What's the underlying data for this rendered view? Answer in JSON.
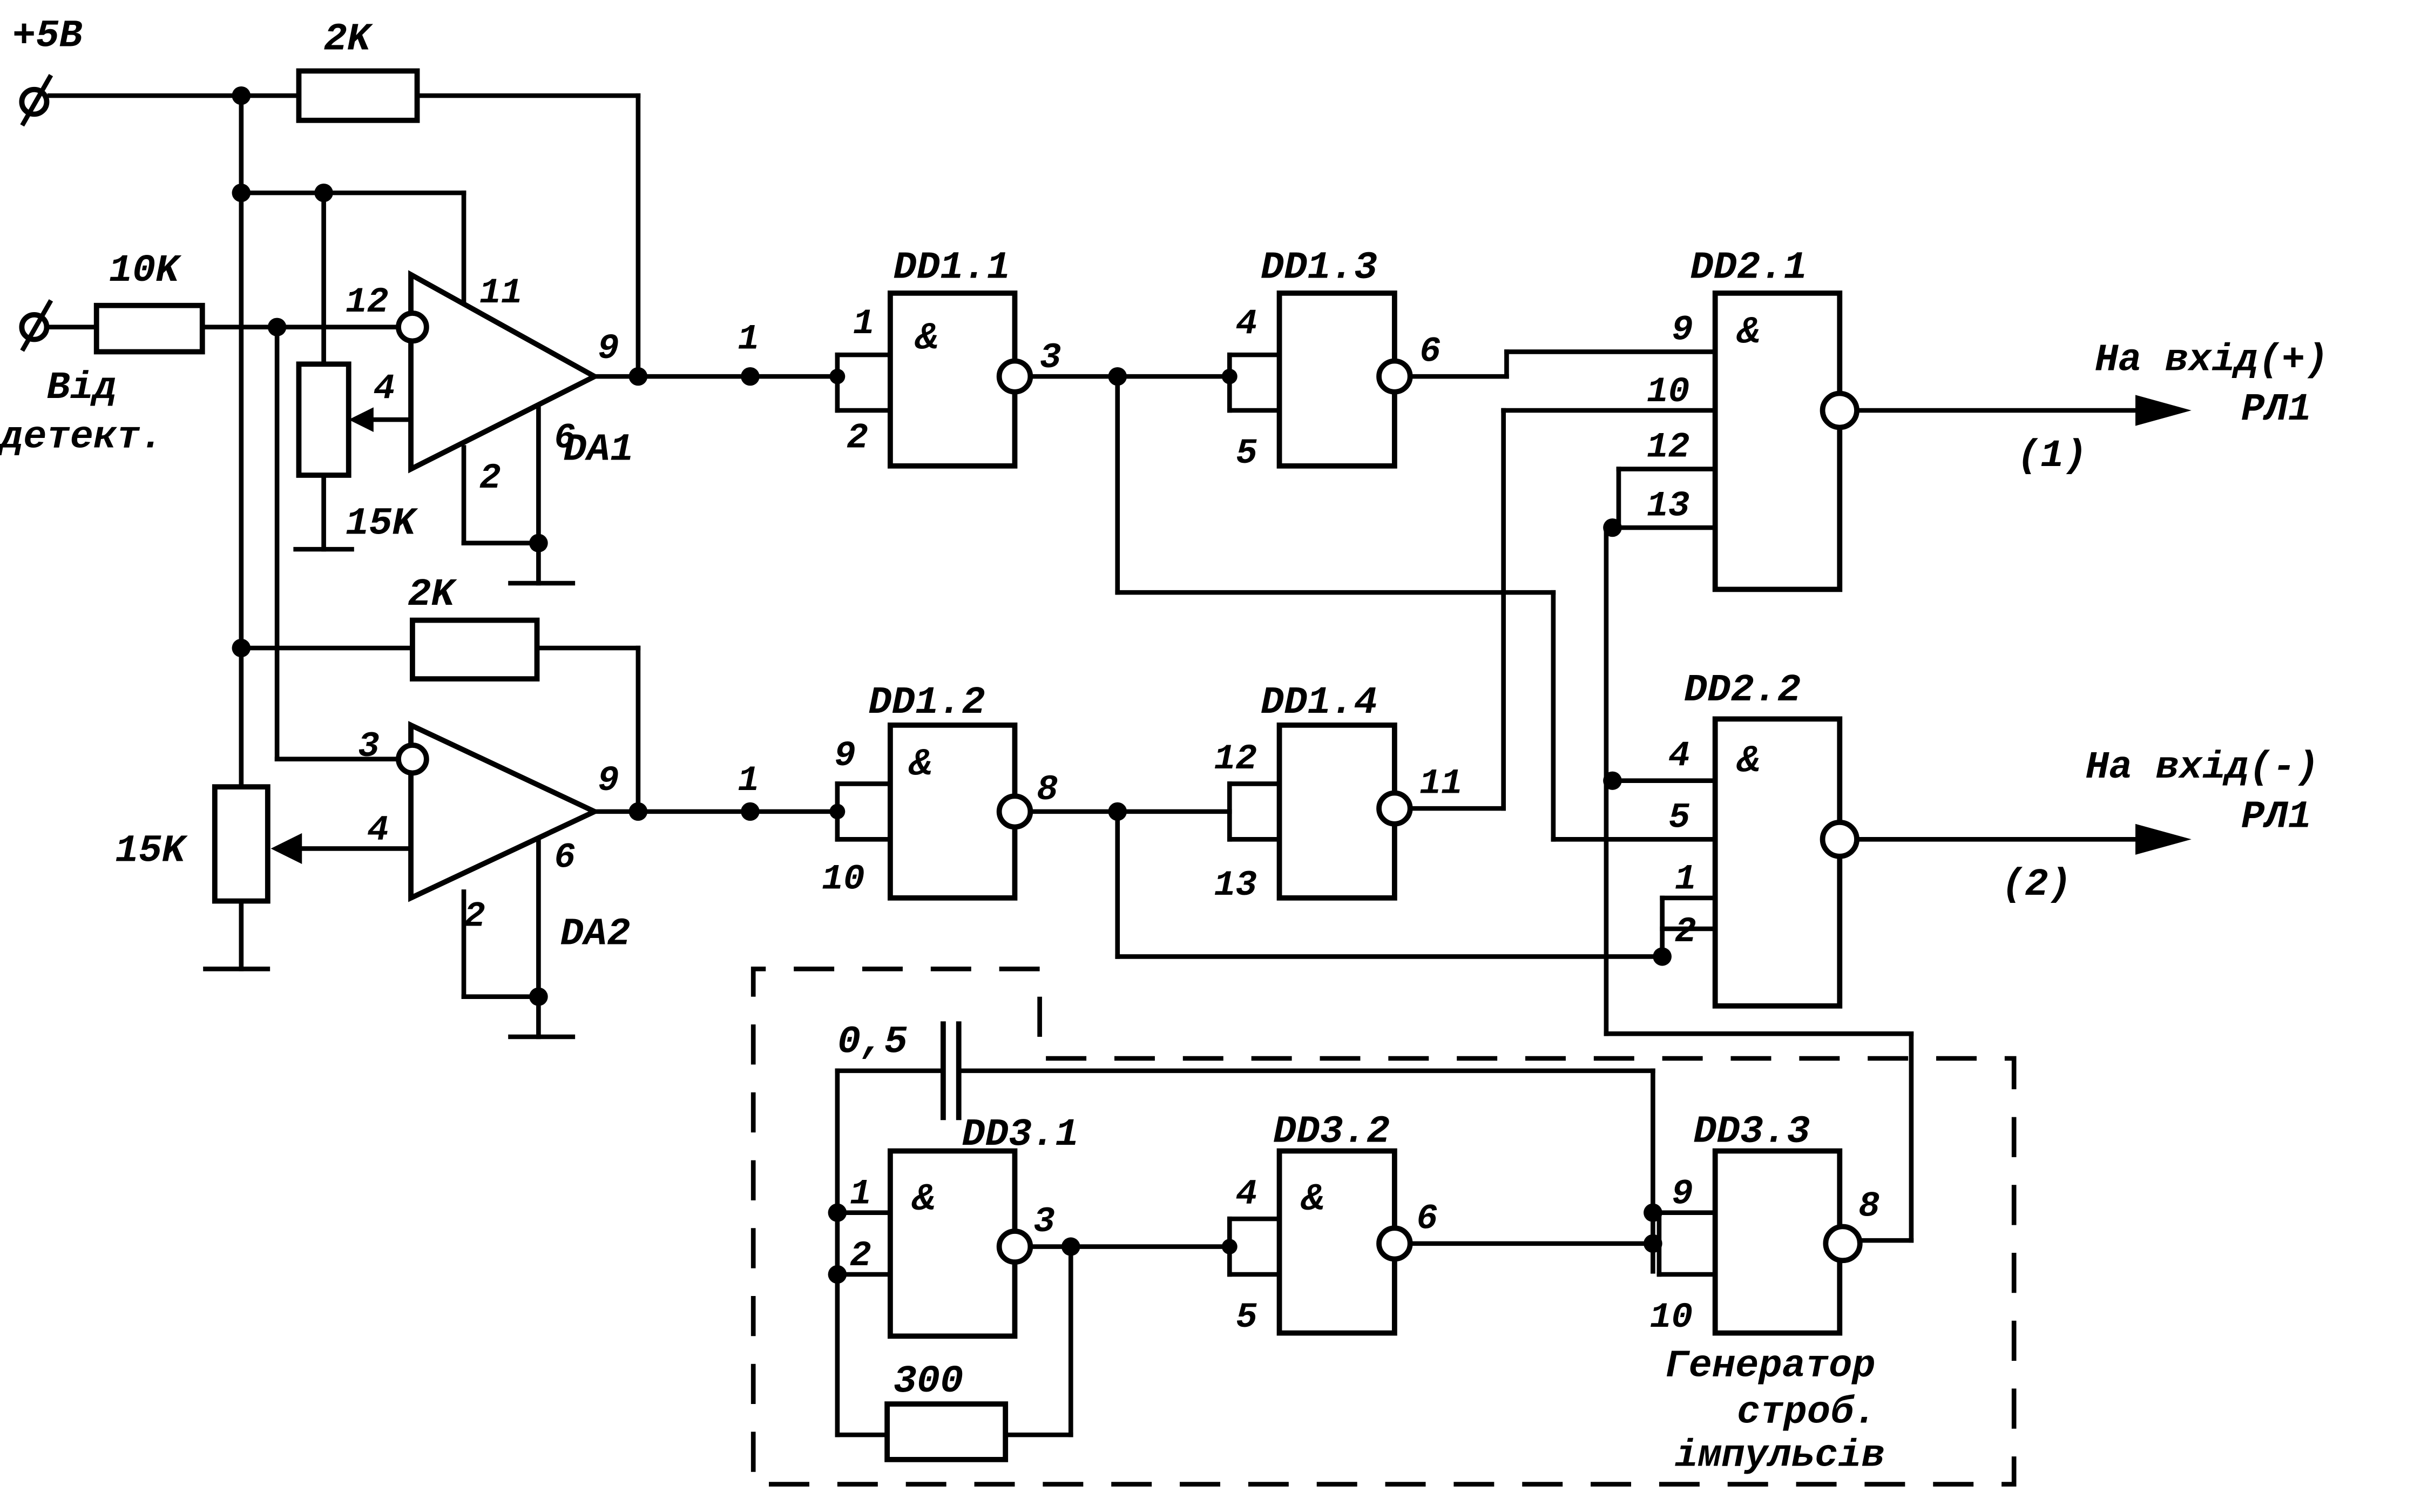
{
  "supply": {
    "label": "+5В",
    "terminal": "Ø"
  },
  "input": {
    "label_line1": "Від",
    "label_line2": "детект.",
    "terminal": "Ø"
  },
  "resistors": {
    "r_top": "2K",
    "r_in": "10K",
    "pot_da1": "15K",
    "r_da2": "2K",
    "pot_da2": "15K",
    "r_gen": "300"
  },
  "capacitor": {
    "value": "0,5"
  },
  "da1": {
    "name": "DA1",
    "pins": {
      "inv": "12",
      "vcc": "11",
      "adj": "4",
      "out": "9",
      "gnd": "2",
      "p6": "6",
      "out_net": "1"
    }
  },
  "da2": {
    "name": "DA2",
    "pins": {
      "inv": "3",
      "adj": "4",
      "out": "9",
      "gnd": "2",
      "p6": "6",
      "out_net": "1"
    }
  },
  "gates": {
    "dd1_1": {
      "name": "DD1.1",
      "symbol": "&",
      "pins": [
        "1",
        "2",
        "3"
      ]
    },
    "dd1_3": {
      "name": "DD1.3",
      "pins": [
        "4",
        "5",
        "6"
      ]
    },
    "dd1_2": {
      "name": "DD1.2",
      "symbol": "&",
      "pins": [
        "9",
        "10",
        "8"
      ]
    },
    "dd1_4": {
      "name": "DD1.4",
      "pins": [
        "12",
        "13",
        "11"
      ]
    },
    "dd2_1": {
      "name": "DD2.1",
      "symbol": "&",
      "pins": [
        "9",
        "10",
        "12",
        "13"
      ]
    },
    "dd2_2": {
      "name": "DD2.2",
      "symbol": "&",
      "pins": [
        "4",
        "5",
        "1",
        "2"
      ]
    },
    "dd3_1": {
      "name": "DD3.1",
      "symbol": "&",
      "pins": [
        "1",
        "2",
        "3"
      ]
    },
    "dd3_2": {
      "name": "DD3.2",
      "symbol": "&",
      "pins": [
        "4",
        "5",
        "6"
      ]
    },
    "dd3_3": {
      "name": "DD3.3",
      "pins": [
        "9",
        "10",
        "8"
      ]
    }
  },
  "outputs": {
    "plus": {
      "label_line1": "На вхід(+)",
      "label_line2": "РЛ1",
      "marker": "(1)"
    },
    "minus": {
      "label_line1": "На вхід(-)",
      "label_line2": "РЛ1",
      "marker": "(2)"
    }
  },
  "generator": {
    "line1": "Генератор",
    "line2": "строб.",
    "line3": "імпульсів"
  }
}
